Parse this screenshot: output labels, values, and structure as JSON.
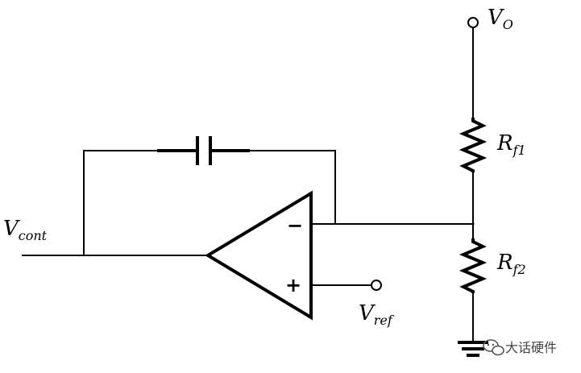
{
  "labels": {
    "vo": {
      "main": "V",
      "sub": "O"
    },
    "vcont": {
      "main": "V",
      "sub": "cont"
    },
    "vref": {
      "main": "V",
      "sub": "ref"
    },
    "rf1": {
      "main": "R",
      "sub": "f1"
    },
    "rf2": {
      "main": "R",
      "sub": "f2"
    }
  },
  "opamp": {
    "minus": "−",
    "plus": "+"
  },
  "watermark": {
    "text": "大话硬件",
    "icon": "wechat-icon"
  },
  "colors": {
    "ink": "#000000",
    "background": "#ffffff",
    "watermark": "#444444"
  }
}
